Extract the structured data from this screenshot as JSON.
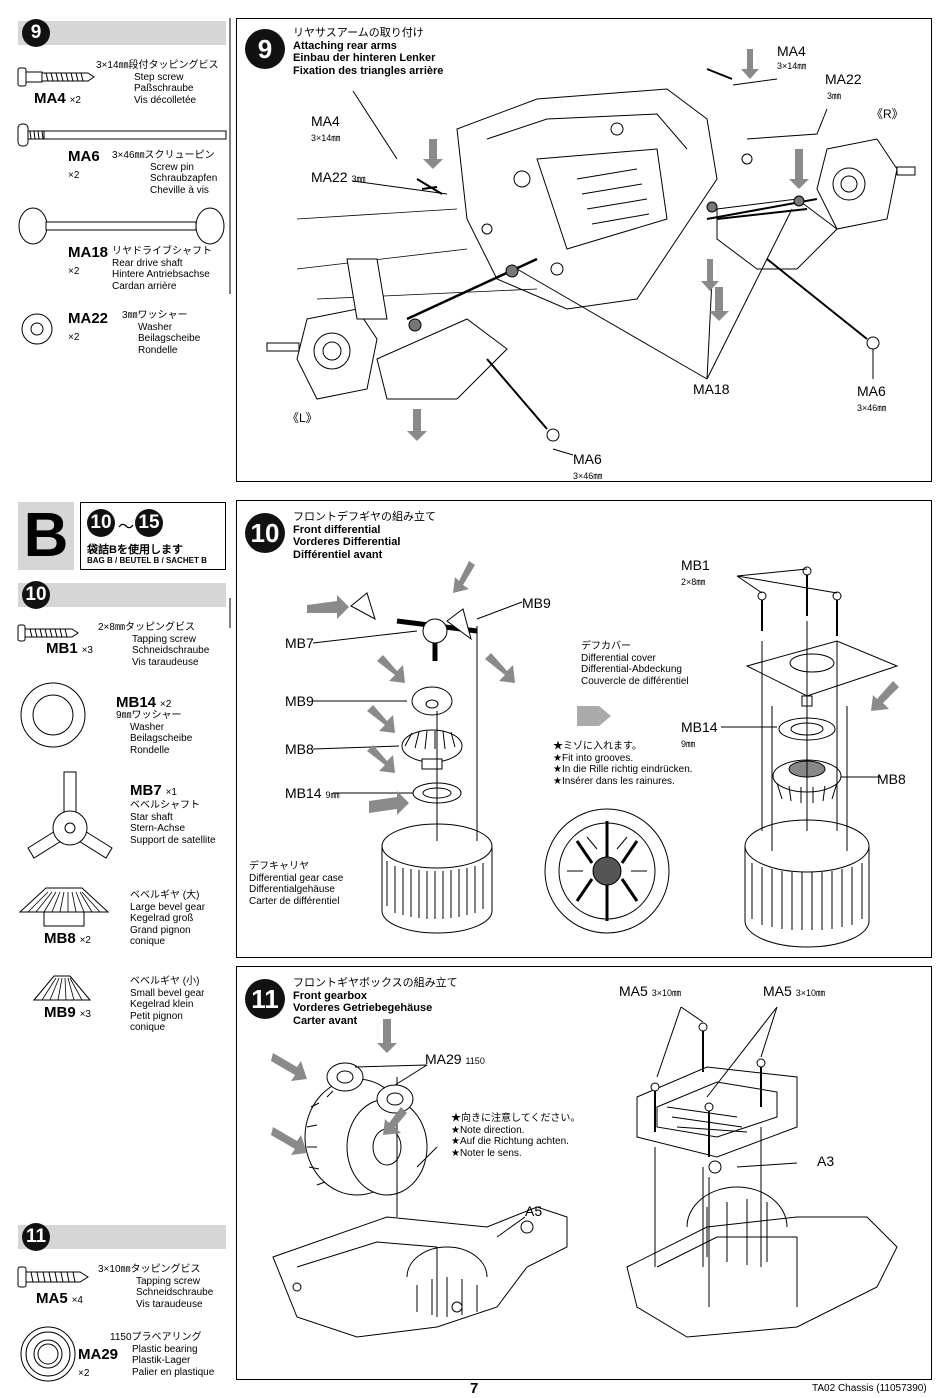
{
  "page_number": "7",
  "footer": "TA02 Chassis (11057390)",
  "bag_letter": "B",
  "bag_steps_from": "10",
  "bag_steps_to": "15",
  "bag_tilde": "～",
  "bag_line1": "袋詰Bを使用します",
  "bag_line2": "BAG B / BEUTEL B / SACHET B",
  "sidebar": {
    "step9": "9",
    "step10": "10",
    "step11": "11",
    "parts9": [
      {
        "code": "MA4",
        "qty": "×2",
        "size": "3×14㎜段付タッピングビス",
        "en": "Step screw",
        "de": "Paßschraube",
        "fr": "Vis décolletée"
      },
      {
        "code": "MA6",
        "qty": "×2",
        "size": "3×46㎜スクリューピン",
        "en": "Screw pin",
        "de": "Schraubzapfen",
        "fr": "Cheville à vis"
      },
      {
        "code": "MA18",
        "qty": "×2",
        "size": "リヤドライブシャフト",
        "en": "Rear drive shaft",
        "de": "Hintere Antriebsachse",
        "fr": "Cardan arrière"
      },
      {
        "code": "MA22",
        "qty": "×2",
        "size": "3㎜ワッシャー",
        "en": "Washer",
        "de": "Beilagscheibe",
        "fr": "Rondelle"
      }
    ],
    "parts10": [
      {
        "code": "MB1",
        "qty": "×3",
        "size": "2×8㎜タッピングビス",
        "en": "Tapping screw",
        "de": "Schneidschraube",
        "fr": "Vis taraudeuse"
      },
      {
        "code": "MB14",
        "qty": "×2",
        "size": "9㎜ワッシャー",
        "en": "Washer",
        "de": "Beilagscheibe",
        "fr": "Rondelle"
      },
      {
        "code": "MB7",
        "qty": "×1",
        "size": "ベベルシャフト",
        "en": "Star shaft",
        "de": "Stern-Achse",
        "fr": "Support de satellite"
      },
      {
        "code": "MB8",
        "qty": "×2",
        "size": "ベベルギヤ (大)",
        "en": "Large bevel gear",
        "de": "Kegelrad groß",
        "fr": "Grand pignon",
        "fr2": "conique"
      },
      {
        "code": "MB9",
        "qty": "×3",
        "size": "ベベルギヤ (小)",
        "en": "Small bevel gear",
        "de": "Kegelrad klein",
        "fr": "Petit pignon",
        "fr2": "conique"
      }
    ],
    "parts11": [
      {
        "code": "MA5",
        "qty": "×4",
        "size": "3×10㎜タッピングビス",
        "en": "Tapping screw",
        "de": "Schneidschraube",
        "fr": "Vis taraudeuse"
      },
      {
        "code": "MA29",
        "qty": "×2",
        "size": "1150プラベアリング",
        "en": "Plastic bearing",
        "de": "Plastik-Lager",
        "fr": "Palier en plastique"
      }
    ]
  },
  "step9": {
    "number": "9",
    "jp": "リヤサスアームの取り付け",
    "en": "Attaching rear arms",
    "de": "Einbau der hinteren Lenker",
    "fr": "Fixation des triangles arrière",
    "labels": {
      "ma4_left": "MA4",
      "ma4_left_size": "3×14㎜",
      "ma22_left": "MA22",
      "ma22_left_size": "3㎜",
      "ma4_right": "MA4",
      "ma4_right_size": "3×14㎜",
      "ma22_right": "MA22",
      "ma22_right_size": "3㎜",
      "r_mark": "《R》",
      "l_mark": "《L》",
      "ma18": "MA18",
      "ma6_right": "MA6",
      "ma6_right_size": "3×46㎜",
      "ma6_bottom": "MA6",
      "ma6_bottom_size": "3×46㎜"
    }
  },
  "step10": {
    "number": "10",
    "jp": "フロントデフギヤの組み立て",
    "en": "Front differential",
    "de": "Vorderes Differential",
    "fr": "Différentiel avant",
    "labels": {
      "mb9_top": "MB9",
      "mb7": "MB7",
      "mb9_mid": "MB9",
      "mb8": "MB8",
      "mb14": "MB14",
      "mb14_size": "9㎜",
      "case_jp": "デフキャリヤ",
      "case_en": "Differential gear case",
      "case_de": "Differentialgehäuse",
      "case_fr": "Carter de différentiel",
      "mb1": "MB1",
      "mb1_size": "2×8㎜",
      "cover_jp": "デフカバー",
      "cover_en": "Differential cover",
      "cover_de": "Differential-Abdeckung",
      "cover_fr": "Couvercle de différentiel",
      "mb14_r": "MB14",
      "mb14_r_size": "9㎜",
      "mb8_r": "MB8",
      "note_jp": "★ミゾに入れます。",
      "note_en": "★Fit into grooves.",
      "note_de": "★In die Rille richtig eindrücken.",
      "note_fr": "★Insérer dans les rainures."
    }
  },
  "step11": {
    "number": "11",
    "jp": "フロントギヤボックスの組み立て",
    "en": "Front gearbox",
    "de": "Vorderes Getriebegehäuse",
    "fr": "Carter avant",
    "labels": {
      "ma29": "MA29",
      "ma29_size": "1150",
      "note_jp": "★向きに注意してください。",
      "note_en": "★Note direction.",
      "note_de": "★Auf die Richtung achten.",
      "note_fr": "★Noter le sens.",
      "a5": "A5",
      "a3": "A3",
      "ma5_l": "MA5",
      "ma5_l_size": "3×10㎜",
      "ma5_r": "MA5",
      "ma5_r_size": "3×10㎜"
    }
  }
}
